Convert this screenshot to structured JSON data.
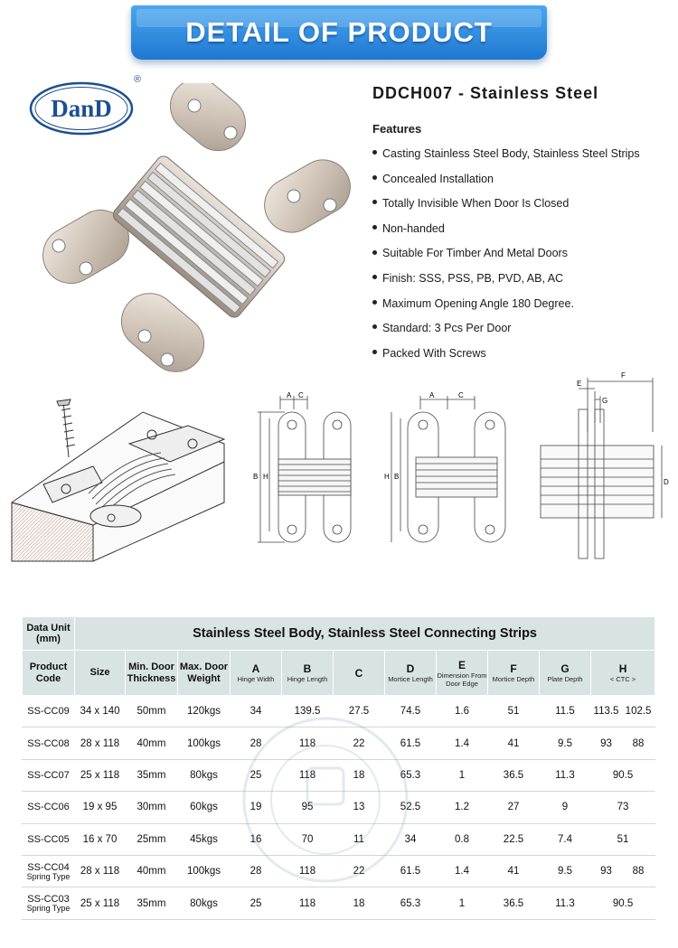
{
  "banner": {
    "title": "DETAIL OF PRODUCT"
  },
  "logo": {
    "text": "DanD",
    "reg": "®"
  },
  "product": {
    "title": "DDCH007 - Stainless Steel",
    "features_heading": "Features",
    "features": [
      "Casting Stainless Steel Body, Stainless Steel Strips",
      "Concealed Installation",
      "Totally Invisible When Door Is Closed",
      "Non-handed",
      "Suitable For Timber And Metal Doors",
      "Finish: SSS, PSS, PB, PVD, AB, AC",
      "Maximum Opening Angle 180 Degree.",
      "Standard: 3 Pcs Per Door",
      "Packed With Screws"
    ]
  },
  "diagrams": {
    "front": {
      "A": "A",
      "C": "C",
      "B": "B",
      "H": "H"
    },
    "side": {
      "A": "A",
      "C": "C",
      "H": "H",
      "B": "B"
    },
    "top": {
      "E": "E",
      "F": "F",
      "G": "G",
      "D": "D"
    }
  },
  "table": {
    "data_unit": "Data Unit (mm)",
    "title": "Stainless Steel Body, Stainless Steel Connecting Strips",
    "columns": {
      "code": "Product Code",
      "size": "Size",
      "thickness": "Min. Door Thickness",
      "weight": "Max. Door Weight",
      "A": {
        "letter": "A",
        "sub": "Hinge Width"
      },
      "B": {
        "letter": "B",
        "sub": "Hinge Length"
      },
      "C": {
        "letter": "C",
        "sub": ""
      },
      "D": {
        "letter": "D",
        "sub": "Mortice Length"
      },
      "E": {
        "letter": "E",
        "sub": "Dimension From Door Edge"
      },
      "F": {
        "letter": "F",
        "sub": "Mortice Depth"
      },
      "G": {
        "letter": "G",
        "sub": "Plate Depth"
      },
      "H": {
        "letter": "H",
        "sub": "< CTC >"
      }
    },
    "rows": [
      {
        "code": "SS-CC09",
        "code_sub": "",
        "size": "34 x 140",
        "thickness": "50mm",
        "weight": "120kgs",
        "A": "34",
        "B": "139.5",
        "C": "27.5",
        "D": "74.5",
        "E": "1.6",
        "F": "51",
        "G": "11.5",
        "H1": "113.5",
        "H2": "102.5"
      },
      {
        "code": "SS-CC08",
        "code_sub": "",
        "size": "28 x 118",
        "thickness": "40mm",
        "weight": "100kgs",
        "A": "28",
        "B": "118",
        "C": "22",
        "D": "61.5",
        "E": "1.4",
        "F": "41",
        "G": "9.5",
        "H1": "93",
        "H2": "88"
      },
      {
        "code": "SS-CC07",
        "code_sub": "",
        "size": "25 x 118",
        "thickness": "35mm",
        "weight": "80kgs",
        "A": "25",
        "B": "118",
        "C": "18",
        "D": "65.3",
        "E": "1",
        "F": "36.5",
        "G": "11.3",
        "H": "90.5"
      },
      {
        "code": "SS-CC06",
        "code_sub": "",
        "size": "19 x 95",
        "thickness": "30mm",
        "weight": "60kgs",
        "A": "19",
        "B": "95",
        "C": "13",
        "D": "52.5",
        "E": "1.2",
        "F": "27",
        "G": "9",
        "H": "73"
      },
      {
        "code": "SS-CC05",
        "code_sub": "",
        "size": "16 x 70",
        "thickness": "25mm",
        "weight": "45kgs",
        "A": "16",
        "B": "70",
        "C": "11",
        "D": "34",
        "E": "0.8",
        "F": "22.5",
        "G": "7.4",
        "H": "51"
      },
      {
        "code": "SS-CC04",
        "code_sub": "Spring Type",
        "size": "28 x 118",
        "thickness": "40mm",
        "weight": "100kgs",
        "A": "28",
        "B": "118",
        "C": "22",
        "D": "61.5",
        "E": "1.4",
        "F": "41",
        "G": "9.5",
        "H1": "93",
        "H2": "88"
      },
      {
        "code": "SS-CC03",
        "code_sub": "Spring Type",
        "size": "25 x 118",
        "thickness": "35mm",
        "weight": "80kgs",
        "A": "25",
        "B": "118",
        "C": "18",
        "D": "65.3",
        "E": "1",
        "F": "36.5",
        "G": "11.3",
        "H": "90.5"
      }
    ]
  },
  "colors": {
    "banner": "#2a86dc",
    "logo_blue": "#1d4f92",
    "table_header": "#d7e4e1",
    "metal": "#d8cfc4"
  }
}
